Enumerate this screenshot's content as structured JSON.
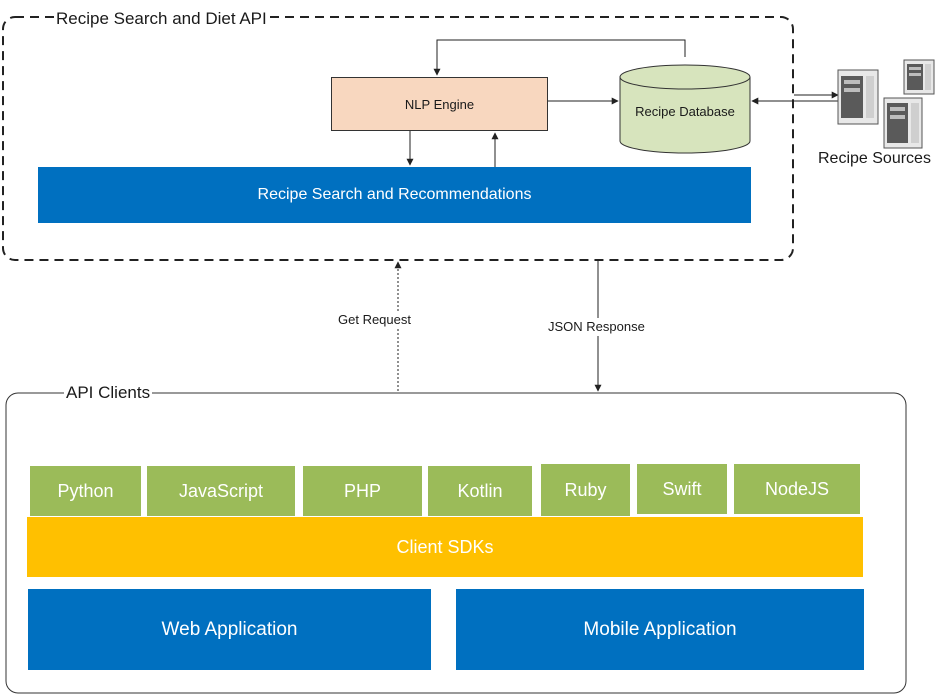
{
  "api": {
    "title": "Recipe Search and Diet API",
    "nlp_engine": "NLP Engine",
    "recipe_database": "Recipe Database",
    "search_bar": "Recipe Search and Recommendations",
    "sources_label": "Recipe Sources"
  },
  "edges": {
    "get_request": "Get Request",
    "json_response": "JSON Response"
  },
  "clients": {
    "title": "API Clients",
    "languages": [
      "Python",
      "JavaScript",
      "PHP",
      "Kotlin",
      "Ruby",
      "Swift",
      "NodeJS"
    ],
    "sdk_label": "Client SDKs",
    "web_app": "Web Application",
    "mobile_app": "Mobile Application"
  },
  "colors": {
    "nlp_fill": "#f8d7bf",
    "database_fill": "#d7e4bd",
    "blue": "#0070c0",
    "green": "#9bbb59",
    "sdk_yellow": "#ffc000"
  }
}
